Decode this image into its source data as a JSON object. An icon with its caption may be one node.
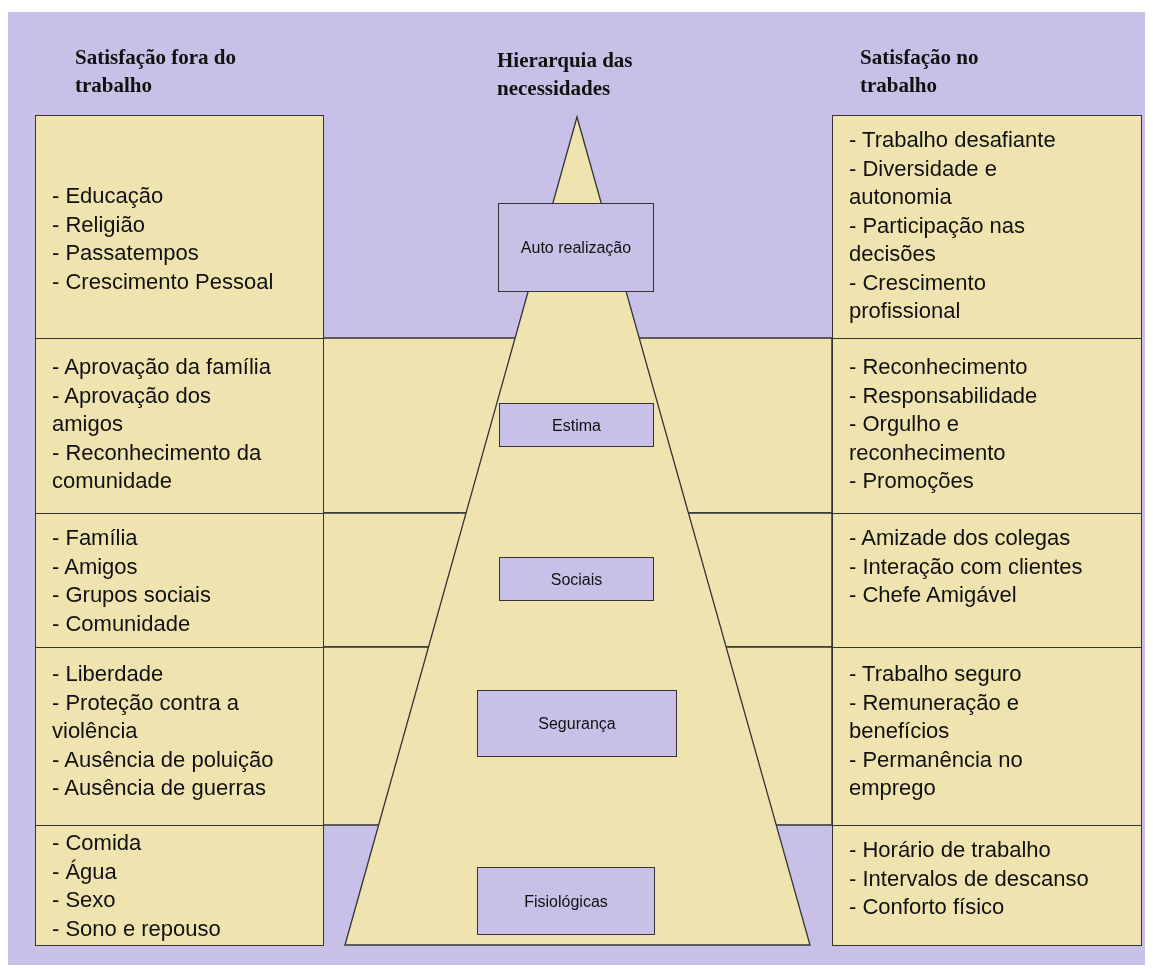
{
  "diagram": {
    "nodes": [
      {
        "text": [
          "- Educação",
          "- Religião",
          "- Passatempos",
          "- Crescimento Pessoal"
        ]
      },
      {
        "text": [
          "Auto realização"
        ]
      },
      {
        "text": [
          "- Trabalho desafiante",
          "- Diversidade e autonomia",
          "- Participação nas decisões",
          "- Crescimento profissional"
        ]
      },
      {
        "text": [
          "- Aprovação da família",
          "- Aprovação dos amigos",
          "- Reconhecimento da comunidade"
        ]
      },
      {
        "text": [
          "Estima"
        ]
      },
      {
        "text": [
          "- Reconhecimento",
          "- Responsabilidade",
          "- Orgulho e reconhecimento",
          "- Promoções"
        ]
      },
      {
        "text": [
          "- Família",
          "- Amigos",
          "- Grupos sociais",
          "- Comunidade"
        ]
      },
      {
        "text": [
          "Sociais"
        ]
      },
      {
        "text": [
          "- Amizade dos colegas",
          "- Interação com clientes",
          "- Chefe Amigável"
        ]
      },
      {
        "text": [
          "- Liberdade",
          "- Proteção contra a violência",
          "- Ausência de poluição",
          "- Ausência de guerras"
        ]
      },
      {
        "text": [
          "Segurança"
        ]
      },
      {
        "text": [
          "- Trabalho seguro",
          "- Remuneração e benefícios",
          "- Permanência no emprego"
        ]
      },
      {
        "text": [
          "- Comida",
          "- Água",
          "- Sexo",
          "- Sono e repouso"
        ]
      },
      {
        "text": [
          "Fisiológicas"
        ]
      },
      {
        "text": [
          "- Horário de trabalho",
          "- Intervalos de descanso",
          "- Conforto físico"
        ]
      }
    ],
    "labels": [
      "Satisfação fora do trabalho",
      "Hierarquia das necessidades",
      "Satisfação no trabalho"
    ]
  }
}
